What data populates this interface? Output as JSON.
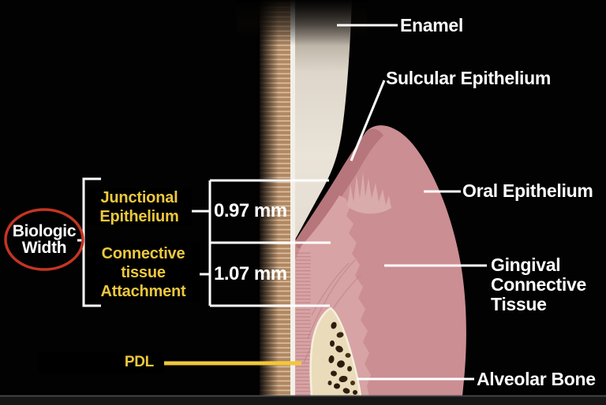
{
  "title_circle": {
    "label": "Biologic Width"
  },
  "segments": {
    "junctional": {
      "label": "Junctional Epithelium",
      "value": "0.97 mm"
    },
    "connective": {
      "label": "Connective tissue Attachment",
      "value": "1.07 mm"
    }
  },
  "pdl": {
    "label": "PDL"
  },
  "labels": {
    "enamel": "Enamel",
    "sulcular_epithelium": "Sulcular Epithelium",
    "oral_epithelium": "Oral Epithelium",
    "gingival_connective_tissue": "Gingival Connective Tissue",
    "alveolar_bone": "Alveolar Bone"
  },
  "colors": {
    "highlight_yellow": "#ecc83e",
    "pdl_line_yellow": "#f2c73a",
    "circle_red": "#c43522",
    "label_white": "#ffffff",
    "gingiva_pink": "#cb8e93",
    "connective_pink": "#d7a3a4",
    "enamel_cream": "#e8e1d6",
    "bone_cream": "#eadcba",
    "dentin_tan": "#c6a27f"
  }
}
